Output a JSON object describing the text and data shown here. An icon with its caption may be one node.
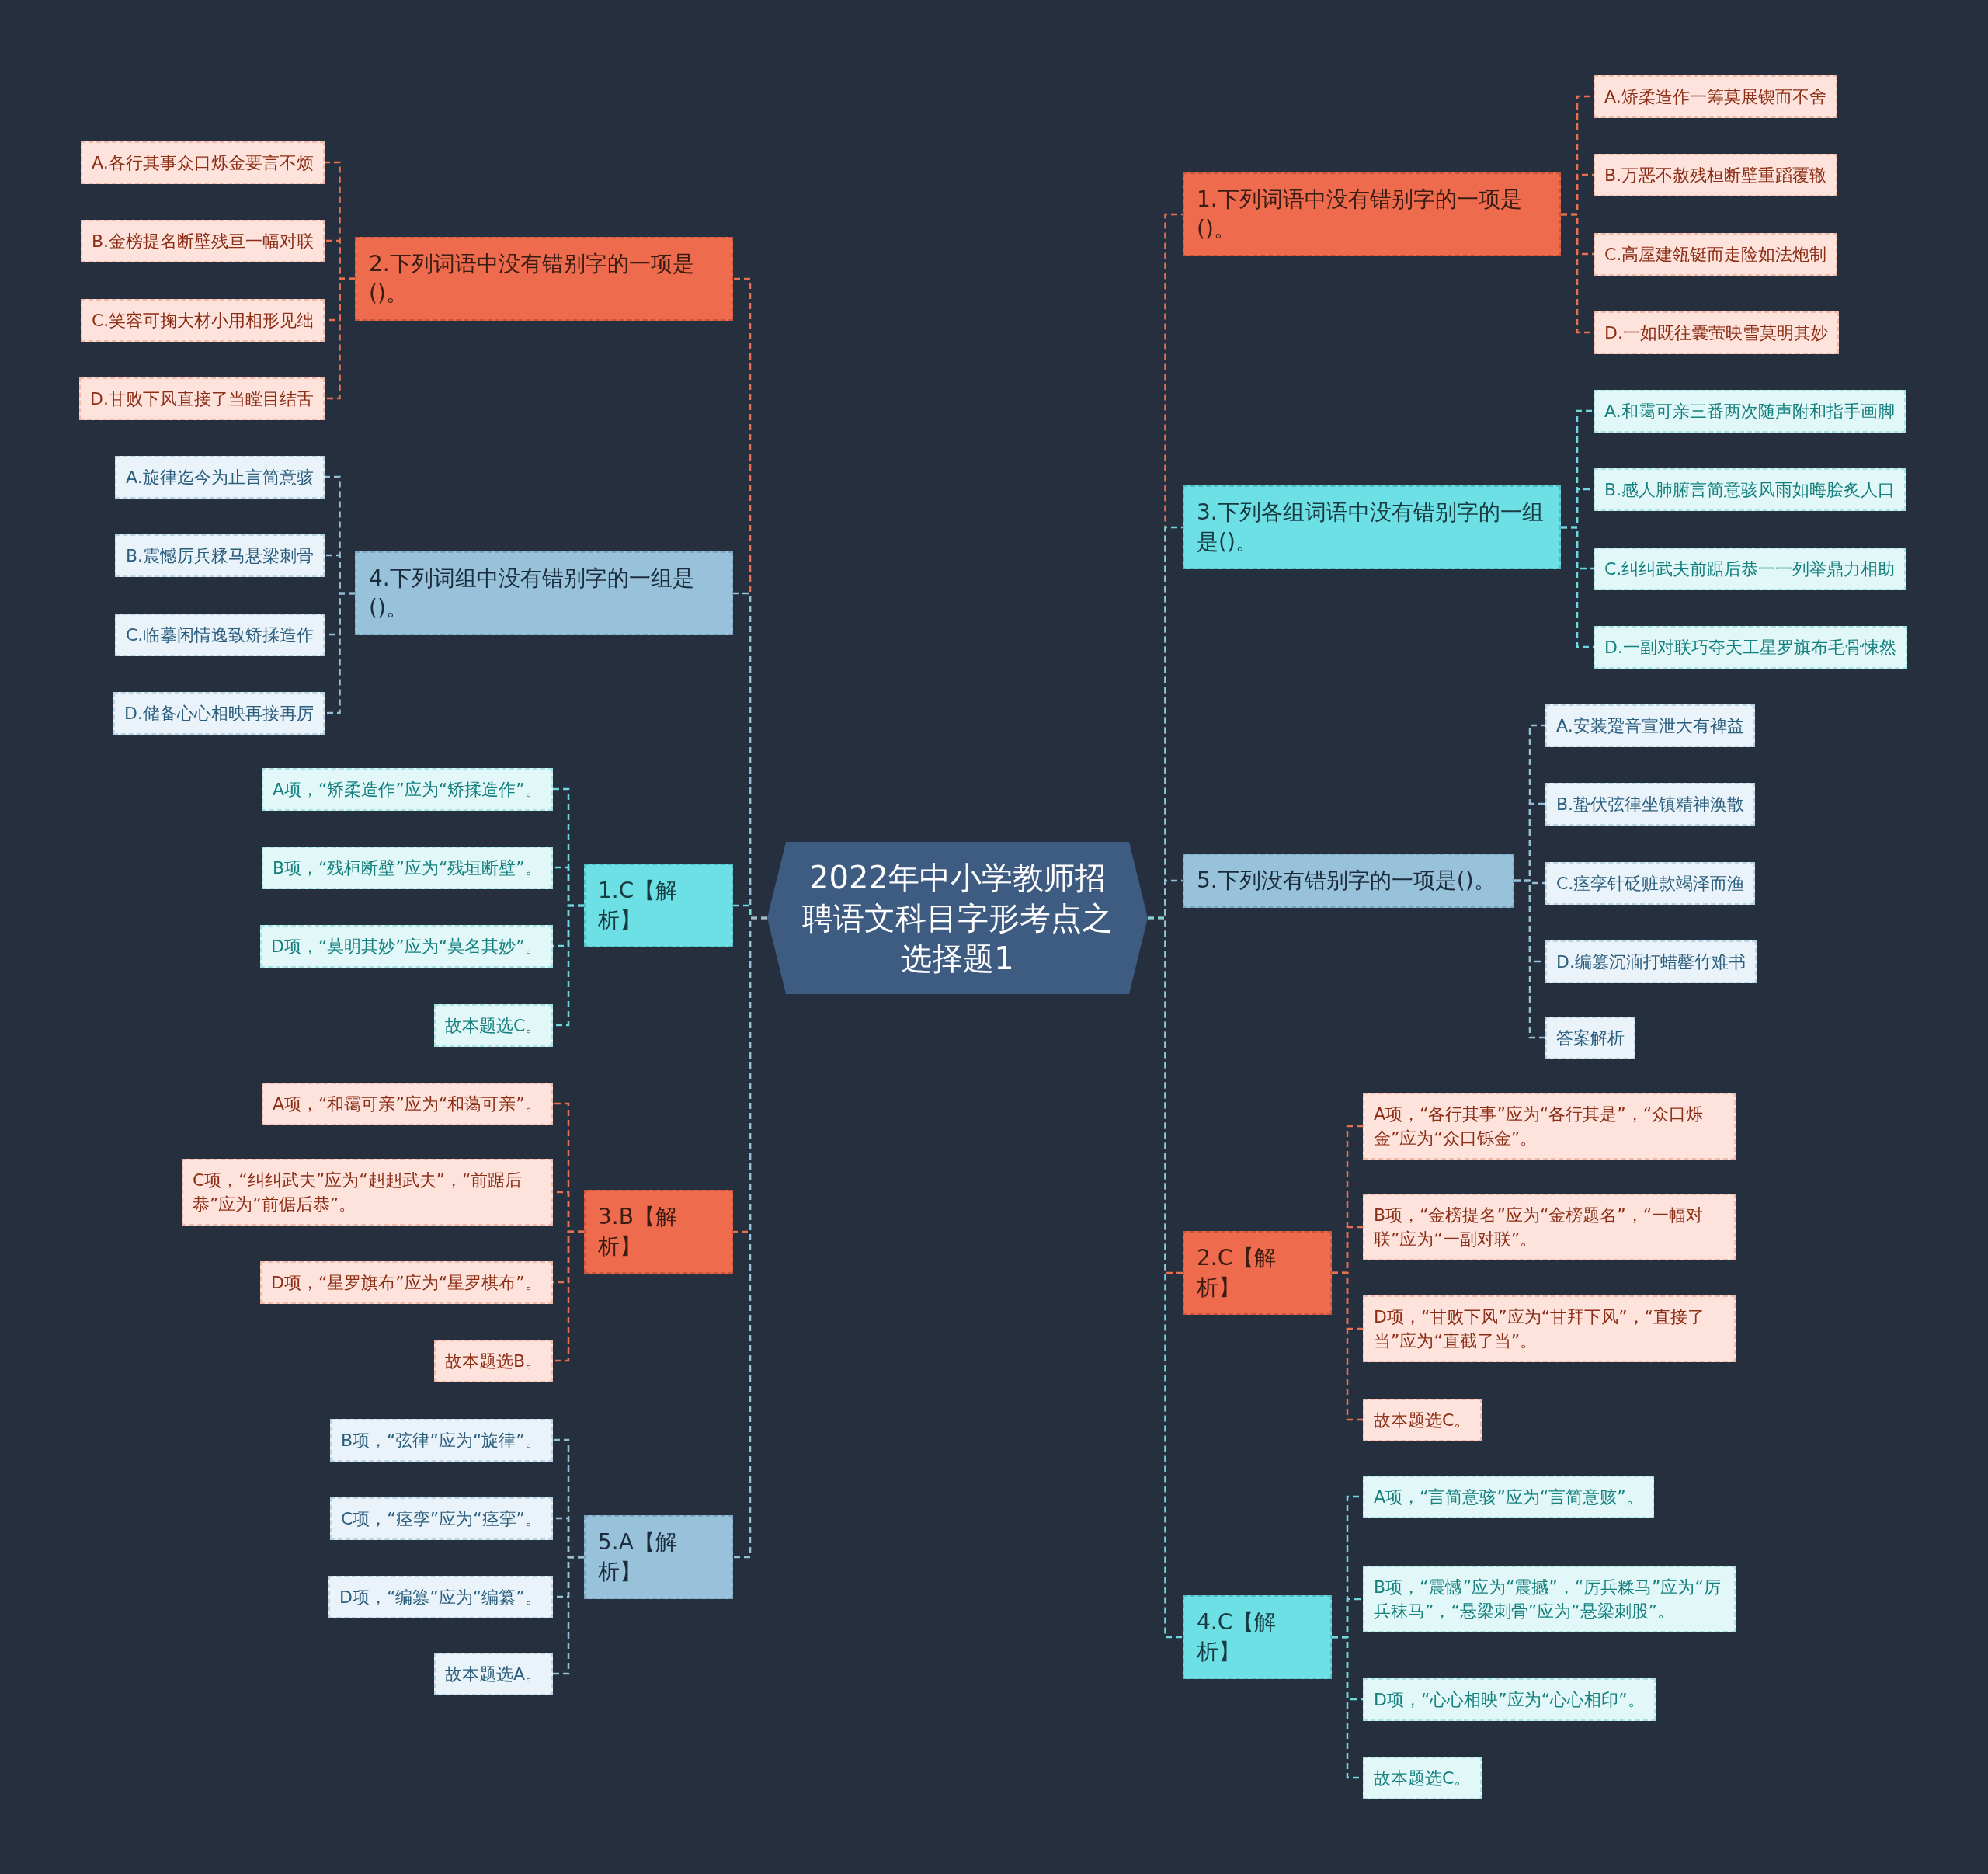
{
  "diagram": {
    "nodes": [
      {
        "text": [
          "2022年中小学教师招聘语文科目字形考点之选择题1"
        ]
      },
      {
        "text": [
          "1.下列词语中没有错别字的一项是()。"
        ]
      },
      {
        "text": [
          "A.矫柔造作一筹莫展锲而不舍"
        ]
      },
      {
        "text": [
          "B.万恶不赦残桓断壁重蹈覆辙"
        ]
      },
      {
        "text": [
          "C.高屋建瓴铤而走险如法炮制"
        ]
      },
      {
        "text": [
          "D.一如既往囊萤映雪莫明其妙"
        ]
      },
      {
        "text": [
          "3.下列各组词语中没有错别字的一组是()。"
        ]
      },
      {
        "text": [
          "A.和霭可亲三番两次随声附和指手画脚"
        ]
      },
      {
        "text": [
          "B.感人肺腑言简意骇风雨如晦脍炙人口"
        ]
      },
      {
        "text": [
          "C.纠纠武夫前踞后恭一一列举鼎力相助"
        ]
      },
      {
        "text": [
          "D.一副对联巧夺天工星罗旗布毛骨悚然"
        ]
      },
      {
        "text": [
          "5.下列没有错别字的一项是()。"
        ]
      },
      {
        "text": [
          "A.安装跫音宣泄大有裨益"
        ]
      },
      {
        "text": [
          "B.蛰伏弦律坐镇精神涣散"
        ]
      },
      {
        "text": [
          "C.痉孪针砭赃款竭泽而渔"
        ]
      },
      {
        "text": [
          "D.编篡沉湎打蜡罄竹难书"
        ]
      },
      {
        "text": [
          "答案解析"
        ]
      },
      {
        "text": [
          "2.C【解析】"
        ]
      },
      {
        "text": [
          "A项，“各行其事”应为“各行其是”，“众口烁金”应为“众口铄金”。"
        ]
      },
      {
        "text": [
          "B项，“金榜提名”应为“金榜题名”，“一幅对联”应为“一副对联”。"
        ]
      },
      {
        "text": [
          "D项，“甘败下风”应为“甘拜下风”，“直接了当”应为“直截了当”。"
        ]
      },
      {
        "text": [
          "故本题选C。"
        ]
      },
      {
        "text": [
          "4.C【解析】"
        ]
      },
      {
        "text": [
          "A项，“言简意骇”应为“言简意赅”。"
        ]
      },
      {
        "text": [
          "B项，“震憾”应为“震撼”，“厉兵糅马”应为“厉兵秣马”，“悬梁刺骨”应为“悬梁刺股”。"
        ]
      },
      {
        "text": [
          "D项，“心心相映”应为“心心相印”。"
        ]
      },
      {
        "text": [
          "故本题选C。"
        ]
      },
      {
        "text": [
          "2.下列词语中没有错别字的一项是()。"
        ]
      },
      {
        "text": [
          "A.各行其事众口烁金要言不烦"
        ]
      },
      {
        "text": [
          "B.金榜提名断壁残亘一幅对联"
        ]
      },
      {
        "text": [
          "C.笑容可掬大材小用相形见绌"
        ]
      },
      {
        "text": [
          "D.甘败下风直接了当瞠目结舌"
        ]
      },
      {
        "text": [
          "4.下列词组中没有错别字的一组是()。"
        ]
      },
      {
        "text": [
          "A.旋律迄今为止言简意骇"
        ]
      },
      {
        "text": [
          "B.震憾厉兵糅马悬梁刺骨"
        ]
      },
      {
        "text": [
          "C.临摹闲情逸致矫揉造作"
        ]
      },
      {
        "text": [
          "D.储备心心相映再接再厉"
        ]
      },
      {
        "text": [
          "1.C【解析】"
        ]
      },
      {
        "text": [
          "A项，“矫柔造作”应为“矫揉造作”。"
        ]
      },
      {
        "text": [
          "B项，“残桓断壁”应为“残垣断壁”。"
        ]
      },
      {
        "text": [
          "D项，“莫明其妙”应为“莫名其妙”。"
        ]
      },
      {
        "text": [
          "故本题选C。"
        ]
      },
      {
        "text": [
          "3.B【解析】"
        ]
      },
      {
        "text": [
          "A项，“和霭可亲”应为“和蔼可亲”。"
        ]
      },
      {
        "text": [
          "C项，“纠纠武夫”应为“赳赳武夫”，“前踞后恭”应为“前倨后恭”。"
        ]
      },
      {
        "text": [
          "D项，“星罗旗布”应为“星罗棋布”。"
        ]
      },
      {
        "text": [
          "故本题选B。"
        ]
      },
      {
        "text": [
          "5.A【解析】"
        ]
      },
      {
        "text": [
          "B项，“弦律”应为“旋律”。"
        ]
      },
      {
        "text": [
          "C项，“痉孪”应为“痉挛”。"
        ]
      },
      {
        "text": [
          "D项，“编篡”应为“编纂”。"
        ]
      },
      {
        "text": [
          "故本题选A。"
        ]
      }
    ],
    "edges": [
      {
        "from": 0,
        "to": 1,
        "arrow": "none",
        "style": "dashed",
        "color": "#e8704f"
      },
      {
        "from": 0,
        "to": 6,
        "arrow": "none",
        "style": "dashed",
        "color": "#6fd8df"
      },
      {
        "from": 0,
        "to": 11,
        "arrow": "none",
        "style": "dashed",
        "color": "#96bfd8"
      },
      {
        "from": 0,
        "to": 17,
        "arrow": "none",
        "style": "dashed",
        "color": "#e8704f"
      },
      {
        "from": 0,
        "to": 22,
        "arrow": "none",
        "style": "dashed",
        "color": "#6fd8df"
      },
      {
        "from": 0,
        "to": 27,
        "arrow": "none",
        "style": "dashed",
        "color": "#e8704f"
      },
      {
        "from": 0,
        "to": 32,
        "arrow": "none",
        "style": "dashed",
        "color": "#96bfd8"
      },
      {
        "from": 0,
        "to": 37,
        "arrow": "none",
        "style": "dashed",
        "color": "#6fd8df"
      },
      {
        "from": 0,
        "to": 42,
        "arrow": "none",
        "style": "dashed",
        "color": "#e8704f"
      },
      {
        "from": 0,
        "to": 47,
        "arrow": "none",
        "style": "dashed",
        "color": "#96bfd8"
      },
      {
        "from": 1,
        "to": 2,
        "arrow": "none",
        "style": "dashed",
        "color": "#e8704f"
      },
      {
        "from": 1,
        "to": 3,
        "arrow": "none",
        "style": "dashed",
        "color": "#e8704f"
      },
      {
        "from": 1,
        "to": 4,
        "arrow": "none",
        "style": "dashed",
        "color": "#e8704f"
      },
      {
        "from": 1,
        "to": 5,
        "arrow": "none",
        "style": "dashed",
        "color": "#e8704f"
      },
      {
        "from": 6,
        "to": 7,
        "arrow": "none",
        "style": "dashed",
        "color": "#6fd8df"
      },
      {
        "from": 6,
        "to": 8,
        "arrow": "none",
        "style": "dashed",
        "color": "#6fd8df"
      },
      {
        "from": 6,
        "to": 9,
        "arrow": "none",
        "style": "dashed",
        "color": "#6fd8df"
      },
      {
        "from": 6,
        "to": 10,
        "arrow": "none",
        "style": "dashed",
        "color": "#6fd8df"
      },
      {
        "from": 11,
        "to": 12,
        "arrow": "none",
        "style": "dashed",
        "color": "#96bfd8"
      },
      {
        "from": 11,
        "to": 13,
        "arrow": "none",
        "style": "dashed",
        "color": "#96bfd8"
      },
      {
        "from": 11,
        "to": 14,
        "arrow": "none",
        "style": "dashed",
        "color": "#96bfd8"
      },
      {
        "from": 11,
        "to": 15,
        "arrow": "none",
        "style": "dashed",
        "color": "#96bfd8"
      },
      {
        "from": 11,
        "to": 16,
        "arrow": "none",
        "style": "dashed",
        "color": "#96bfd8"
      },
      {
        "from": 17,
        "to": 18,
        "arrow": "none",
        "style": "dashed",
        "color": "#e8704f"
      },
      {
        "from": 17,
        "to": 19,
        "arrow": "none",
        "style": "dashed",
        "color": "#e8704f"
      },
      {
        "from": 17,
        "to": 20,
        "arrow": "none",
        "style": "dashed",
        "color": "#e8704f"
      },
      {
        "from": 17,
        "to": 21,
        "arrow": "none",
        "style": "dashed",
        "color": "#e8704f"
      },
      {
        "from": 22,
        "to": 23,
        "arrow": "none",
        "style": "dashed",
        "color": "#6fd8df"
      },
      {
        "from": 22,
        "to": 24,
        "arrow": "none",
        "style": "dashed",
        "color": "#6fd8df"
      },
      {
        "from": 22,
        "to": 25,
        "arrow": "none",
        "style": "dashed",
        "color": "#6fd8df"
      },
      {
        "from": 22,
        "to": 26,
        "arrow": "none",
        "style": "dashed",
        "color": "#6fd8df"
      },
      {
        "from": 27,
        "to": 28,
        "arrow": "none",
        "style": "dashed",
        "color": "#e8704f"
      },
      {
        "from": 27,
        "to": 29,
        "arrow": "none",
        "style": "dashed",
        "color": "#e8704f"
      },
      {
        "from": 27,
        "to": 30,
        "arrow": "none",
        "style": "dashed",
        "color": "#e8704f"
      },
      {
        "from": 27,
        "to": 31,
        "arrow": "none",
        "style": "dashed",
        "color": "#e8704f"
      },
      {
        "from": 32,
        "to": 33,
        "arrow": "none",
        "style": "dashed",
        "color": "#96bfd8"
      },
      {
        "from": 32,
        "to": 34,
        "arrow": "none",
        "style": "dashed",
        "color": "#96bfd8"
      },
      {
        "from": 32,
        "to": 35,
        "arrow": "none",
        "style": "dashed",
        "color": "#96bfd8"
      },
      {
        "from": 32,
        "to": 36,
        "arrow": "none",
        "style": "dashed",
        "color": "#96bfd8"
      },
      {
        "from": 37,
        "to": 38,
        "arrow": "none",
        "style": "dashed",
        "color": "#6fd8df"
      },
      {
        "from": 37,
        "to": 39,
        "arrow": "none",
        "style": "dashed",
        "color": "#6fd8df"
      },
      {
        "from": 37,
        "to": 40,
        "arrow": "none",
        "style": "dashed",
        "color": "#6fd8df"
      },
      {
        "from": 37,
        "to": 41,
        "arrow": "none",
        "style": "dashed",
        "color": "#6fd8df"
      },
      {
        "from": 42,
        "to": 43,
        "arrow": "none",
        "style": "dashed",
        "color": "#e8704f"
      },
      {
        "from": 42,
        "to": 44,
        "arrow": "none",
        "style": "dashed",
        "color": "#e8704f"
      },
      {
        "from": 42,
        "to": 45,
        "arrow": "none",
        "style": "dashed",
        "color": "#e8704f"
      },
      {
        "from": 42,
        "to": 46,
        "arrow": "none",
        "style": "dashed",
        "color": "#e8704f"
      },
      {
        "from": 47,
        "to": 48,
        "arrow": "none",
        "style": "dashed",
        "color": "#96bfd8"
      },
      {
        "from": 47,
        "to": 49,
        "arrow": "none",
        "style": "dashed",
        "color": "#96bfd8"
      },
      {
        "from": 47,
        "to": 50,
        "arrow": "none",
        "style": "dashed",
        "color": "#96bfd8"
      },
      {
        "from": 47,
        "to": 51,
        "arrow": "none",
        "style": "dashed",
        "color": "#96bfd8"
      }
    ]
  }
}
